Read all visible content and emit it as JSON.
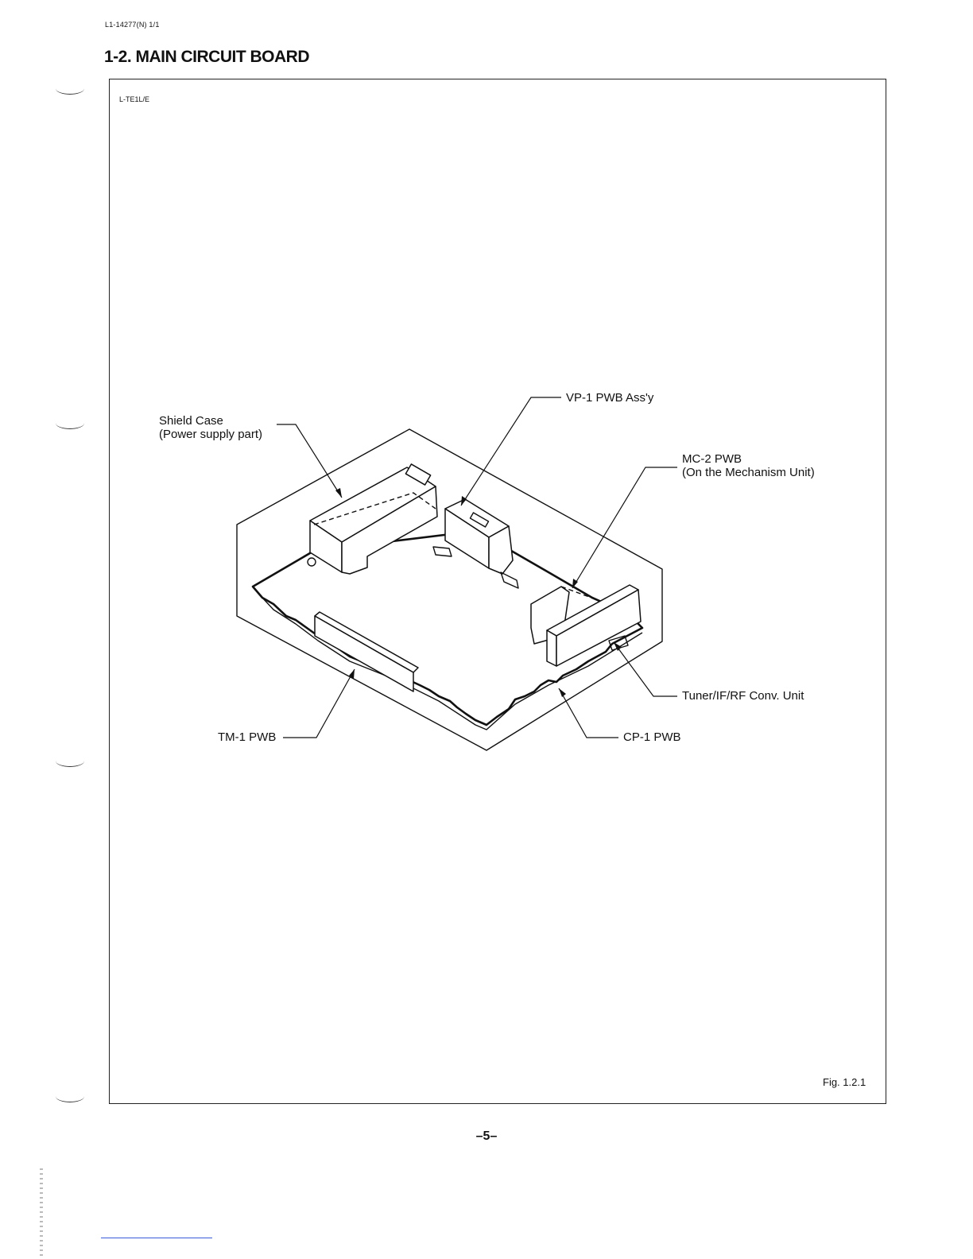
{
  "header": {
    "doc_code": "L1-14277(N) 1/1",
    "section_title": "1-2. MAIN CIRCUIT BOARD"
  },
  "frame": {
    "model_code": "L-TE1L/E",
    "figure_label": "Fig. 1.2.1"
  },
  "diagram": {
    "callouts": {
      "vp1": "VP-1 PWB Ass'y",
      "shield_line1": "Shield Case",
      "shield_line2": "(Power supply part)",
      "mc2_line1": "MC-2 PWB",
      "mc2_line2": "(On the Mechanism Unit)",
      "tuner": "Tuner/IF/RF Conv. Unit",
      "tm1": "TM-1 PWB",
      "cp1": "CP-1 PWB"
    }
  },
  "footer": {
    "page_number": "–5–"
  }
}
